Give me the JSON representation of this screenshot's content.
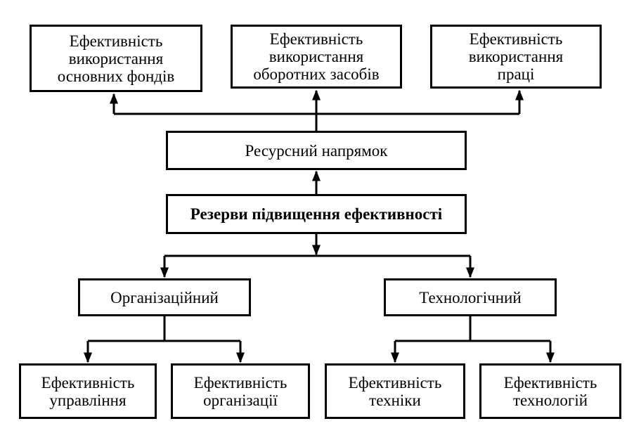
{
  "boxes": {
    "fixed_assets": "Ефективність\nвикористання\nосновних фондів",
    "working_capital": "Ефективність\nвикористання\nоборотних засобів",
    "labor": "Ефективність\nвикористання\nпраці",
    "resource": "Ресурсний напрямок",
    "reserves": "Резерви підвищення ефективності",
    "organizational": "Організаційний",
    "technological": "Технологічний",
    "management": "Ефективність\nуправління",
    "organization": "Ефективність\nорганізації",
    "technique": "Ефективність\nтехніки",
    "technology": "Ефективність\nтехнологій"
  }
}
